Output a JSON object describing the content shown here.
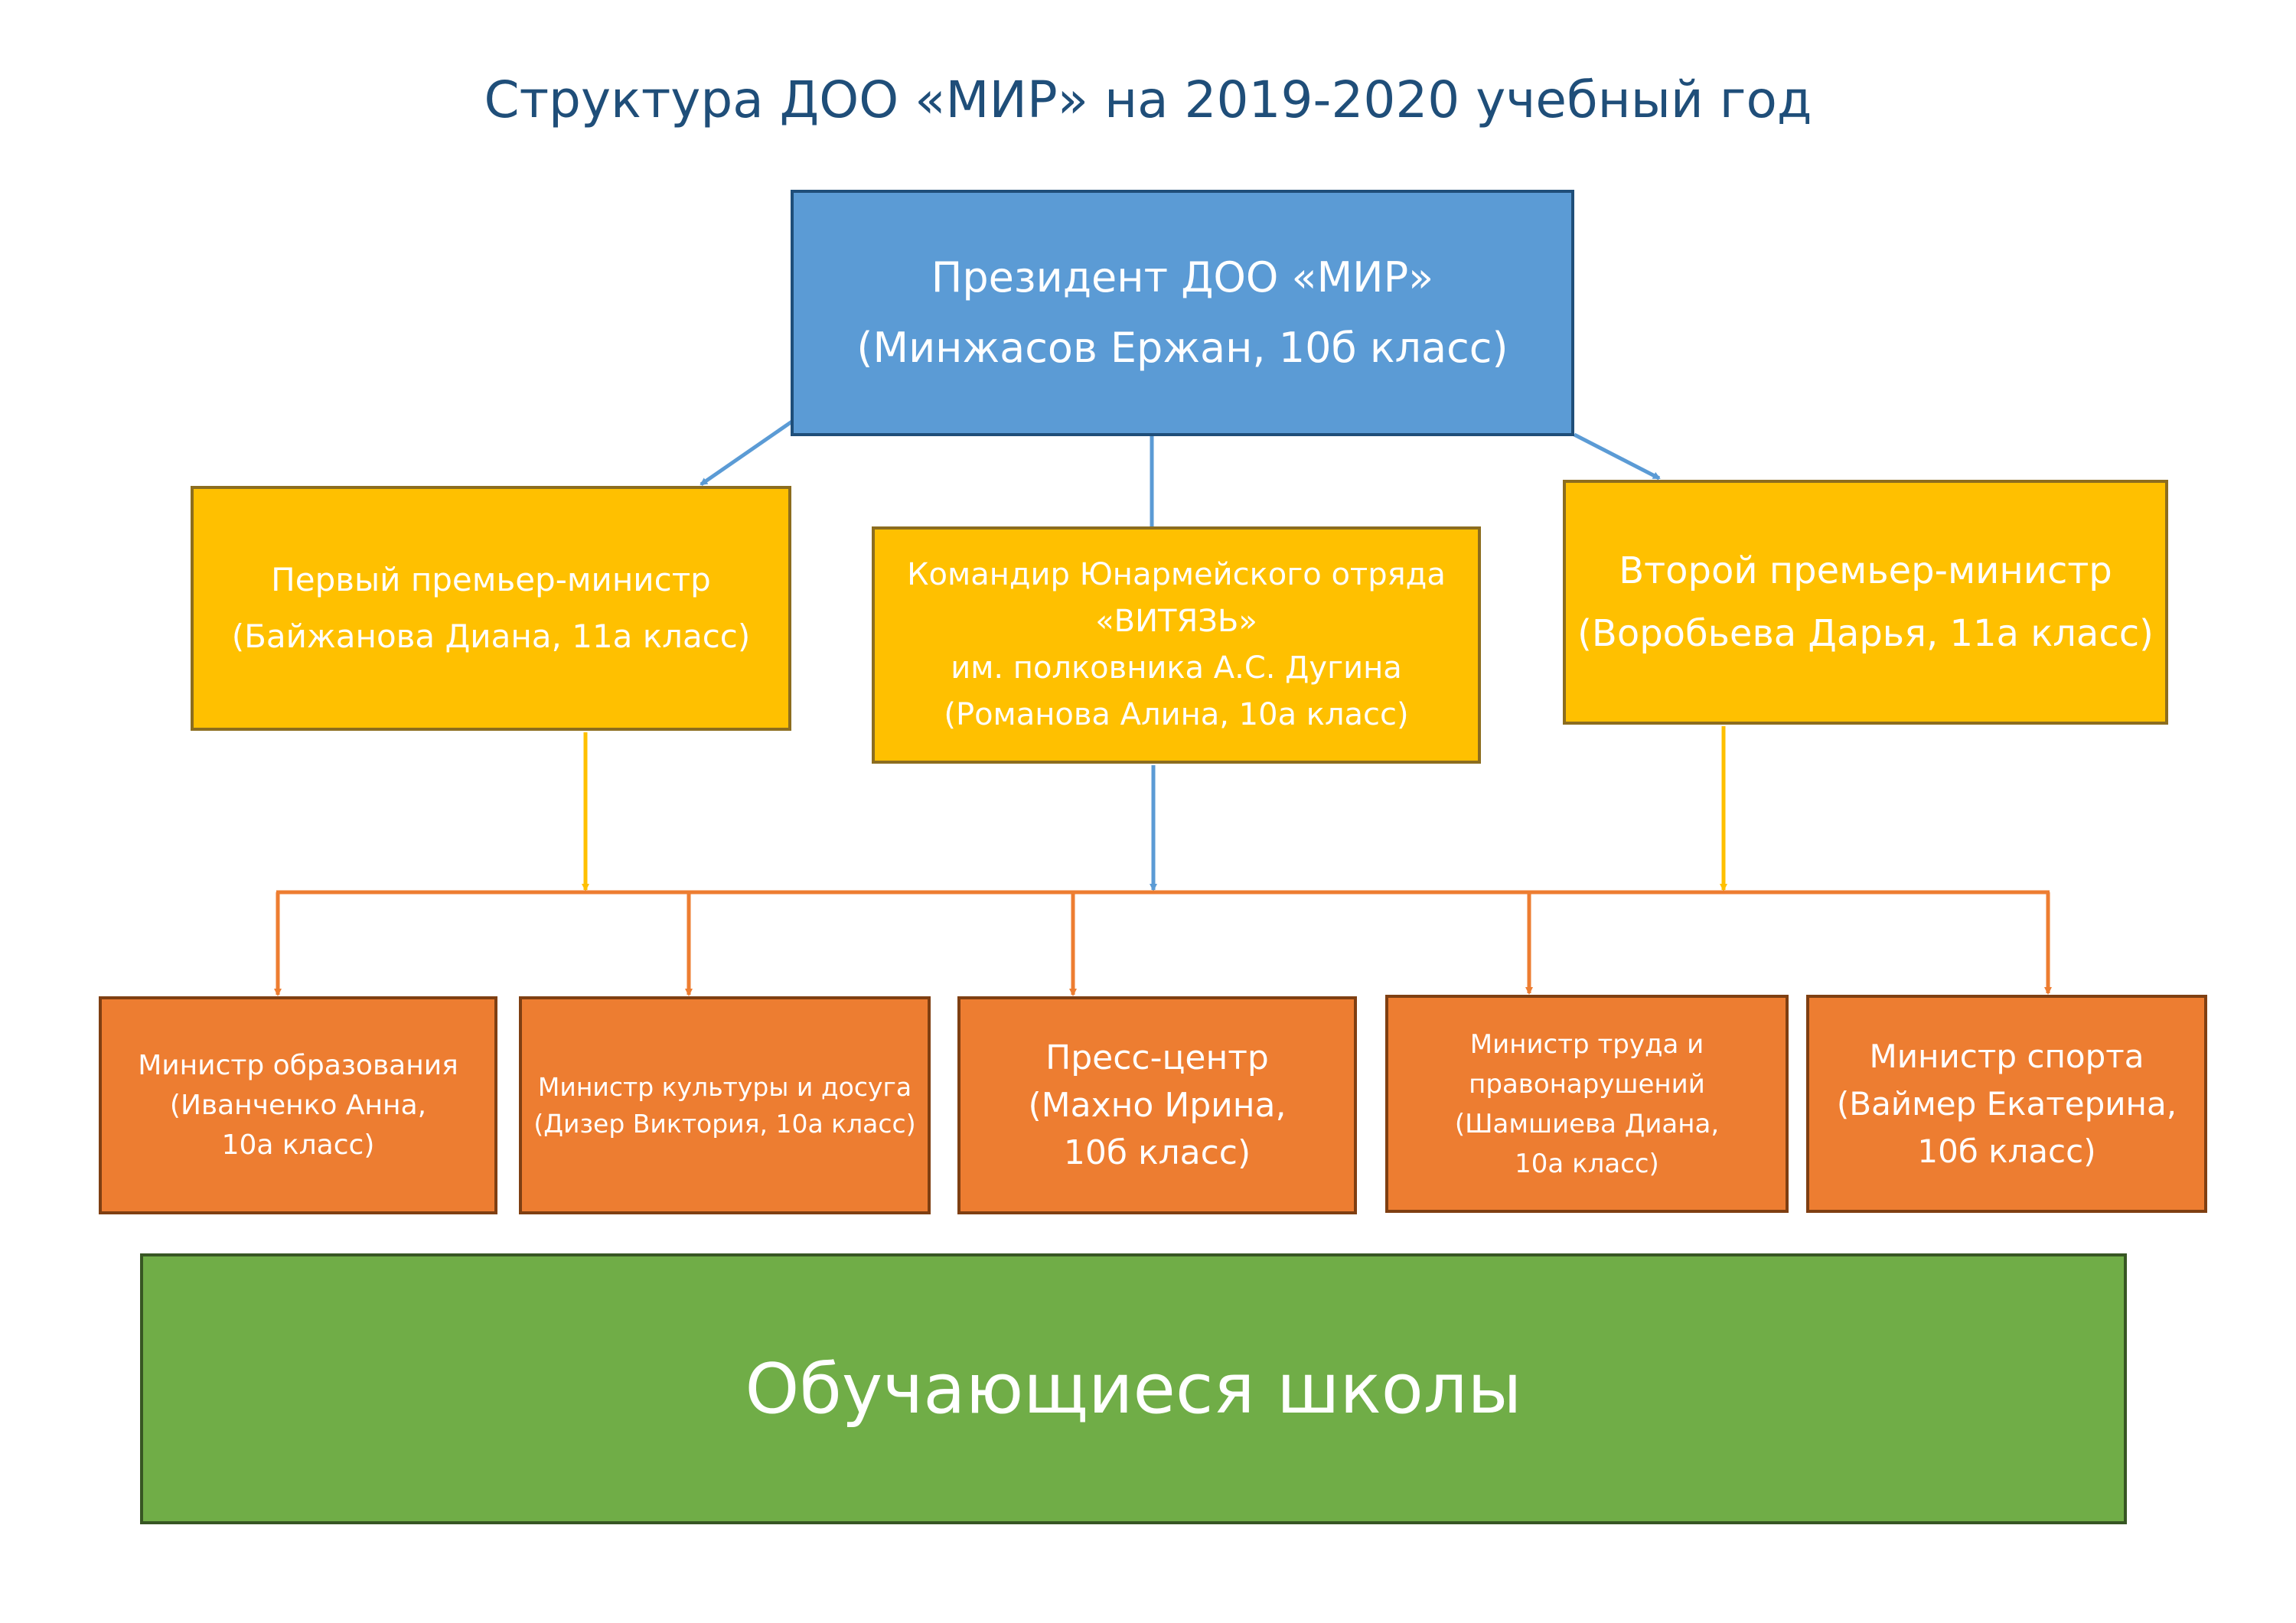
{
  "title": "Структура ДОО «МИР» на 2019-2020 учебный год",
  "president": {
    "role": "Президент ДОО «МИР»",
    "person": "(Минжасов Ержан, 10б класс)"
  },
  "first_pm": {
    "role": "Первый премьер-министр",
    "person": "(Байжанова Диана, 11а класс)"
  },
  "commander": {
    "line1": "Командир Юнармейского отряда",
    "line2": "«ВИТЯЗЬ»",
    "line3": "им. полковника А.С. Дугина",
    "person": "(Романова Алина, 10а класс)"
  },
  "second_pm": {
    "role": "Второй премьер-министр",
    "person": "(Воробьева Дарья, 11а класс)"
  },
  "ministers": [
    {
      "line1": "Министр образования",
      "line2": "(Иванченко Анна,",
      "line3": "10а класс)"
    },
    {
      "line1": "Министр культуры и досуга",
      "line2": "(Дизер Виктория, 10а класс)"
    },
    {
      "line1": "Пресс-центр",
      "line2": "(Махно Ирина,",
      "line3": "10б класс)"
    },
    {
      "line1": "Министр труда и",
      "line2": "правонарушений",
      "line3": "(Шамшиева Диана,",
      "line4": "10а класс)"
    },
    {
      "line1": "Министр спорта",
      "line2": "(Ваймер Екатерина,",
      "line3": "10б класс)"
    }
  ],
  "students": "Обучающиеся школы",
  "colors": {
    "title": "#1f4e79",
    "president": "#5b9bd5",
    "leaders": "#ffc000",
    "ministers": "#ed7d31",
    "students": "#70ad47",
    "arrow_blue": "#5b9bd5",
    "arrow_yellow": "#ffc000",
    "arrow_orange": "#ed7d31"
  }
}
